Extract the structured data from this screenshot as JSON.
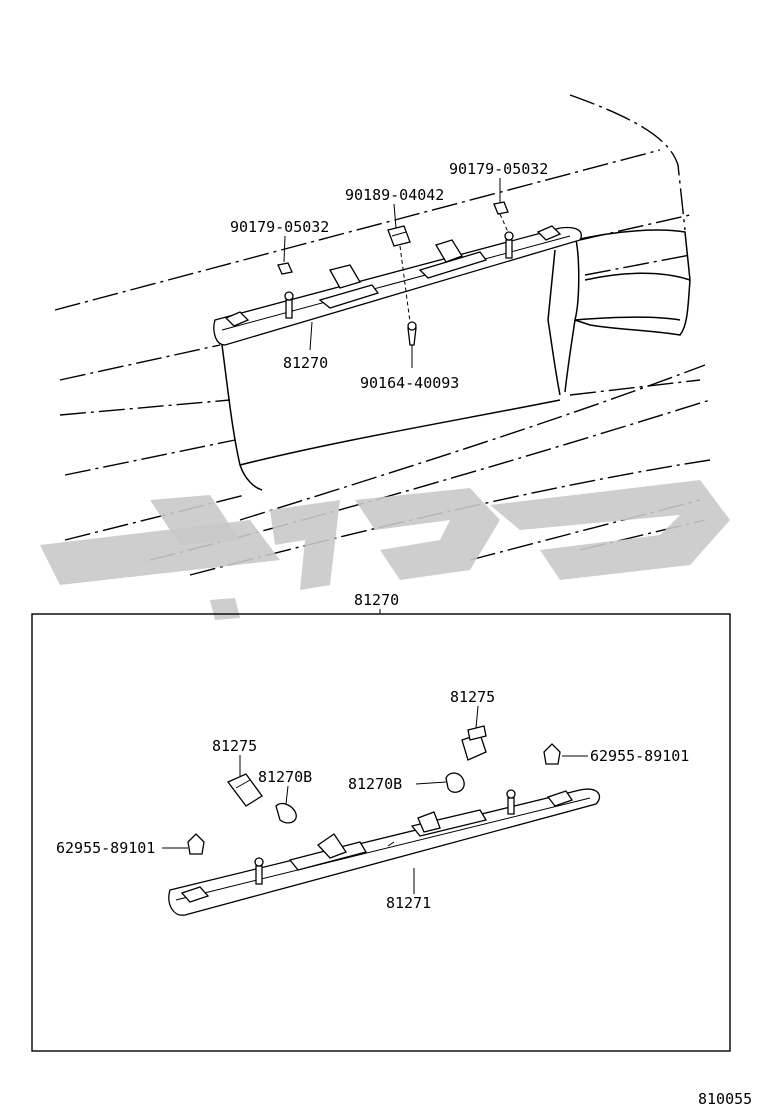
{
  "upper_view": {
    "callouts": [
      {
        "id": "nut-left",
        "part_no": "90179-05032"
      },
      {
        "id": "clip",
        "part_no": "90189-04042"
      },
      {
        "id": "nut-right",
        "part_no": "90179-05032"
      },
      {
        "id": "lamp-assembly",
        "part_no": "81270"
      },
      {
        "id": "screw",
        "part_no": "90164-40093"
      }
    ]
  },
  "detail_view": {
    "title": "81270",
    "callouts": [
      {
        "id": "socket-right",
        "part_no": "81275"
      },
      {
        "id": "socket-left",
        "part_no": "81275"
      },
      {
        "id": "bulb-left",
        "part_no": "81270B"
      },
      {
        "id": "bulb-right",
        "part_no": "81270B"
      },
      {
        "id": "grommet-right",
        "part_no": "62955-89101"
      },
      {
        "id": "grommet-left",
        "part_no": "62955-89101"
      },
      {
        "id": "lens-housing",
        "part_no": "81271"
      }
    ]
  },
  "figure_number": "810055",
  "colors": {
    "line": "#000000",
    "watermark": "#c9c9c9",
    "background": "#ffffff"
  }
}
